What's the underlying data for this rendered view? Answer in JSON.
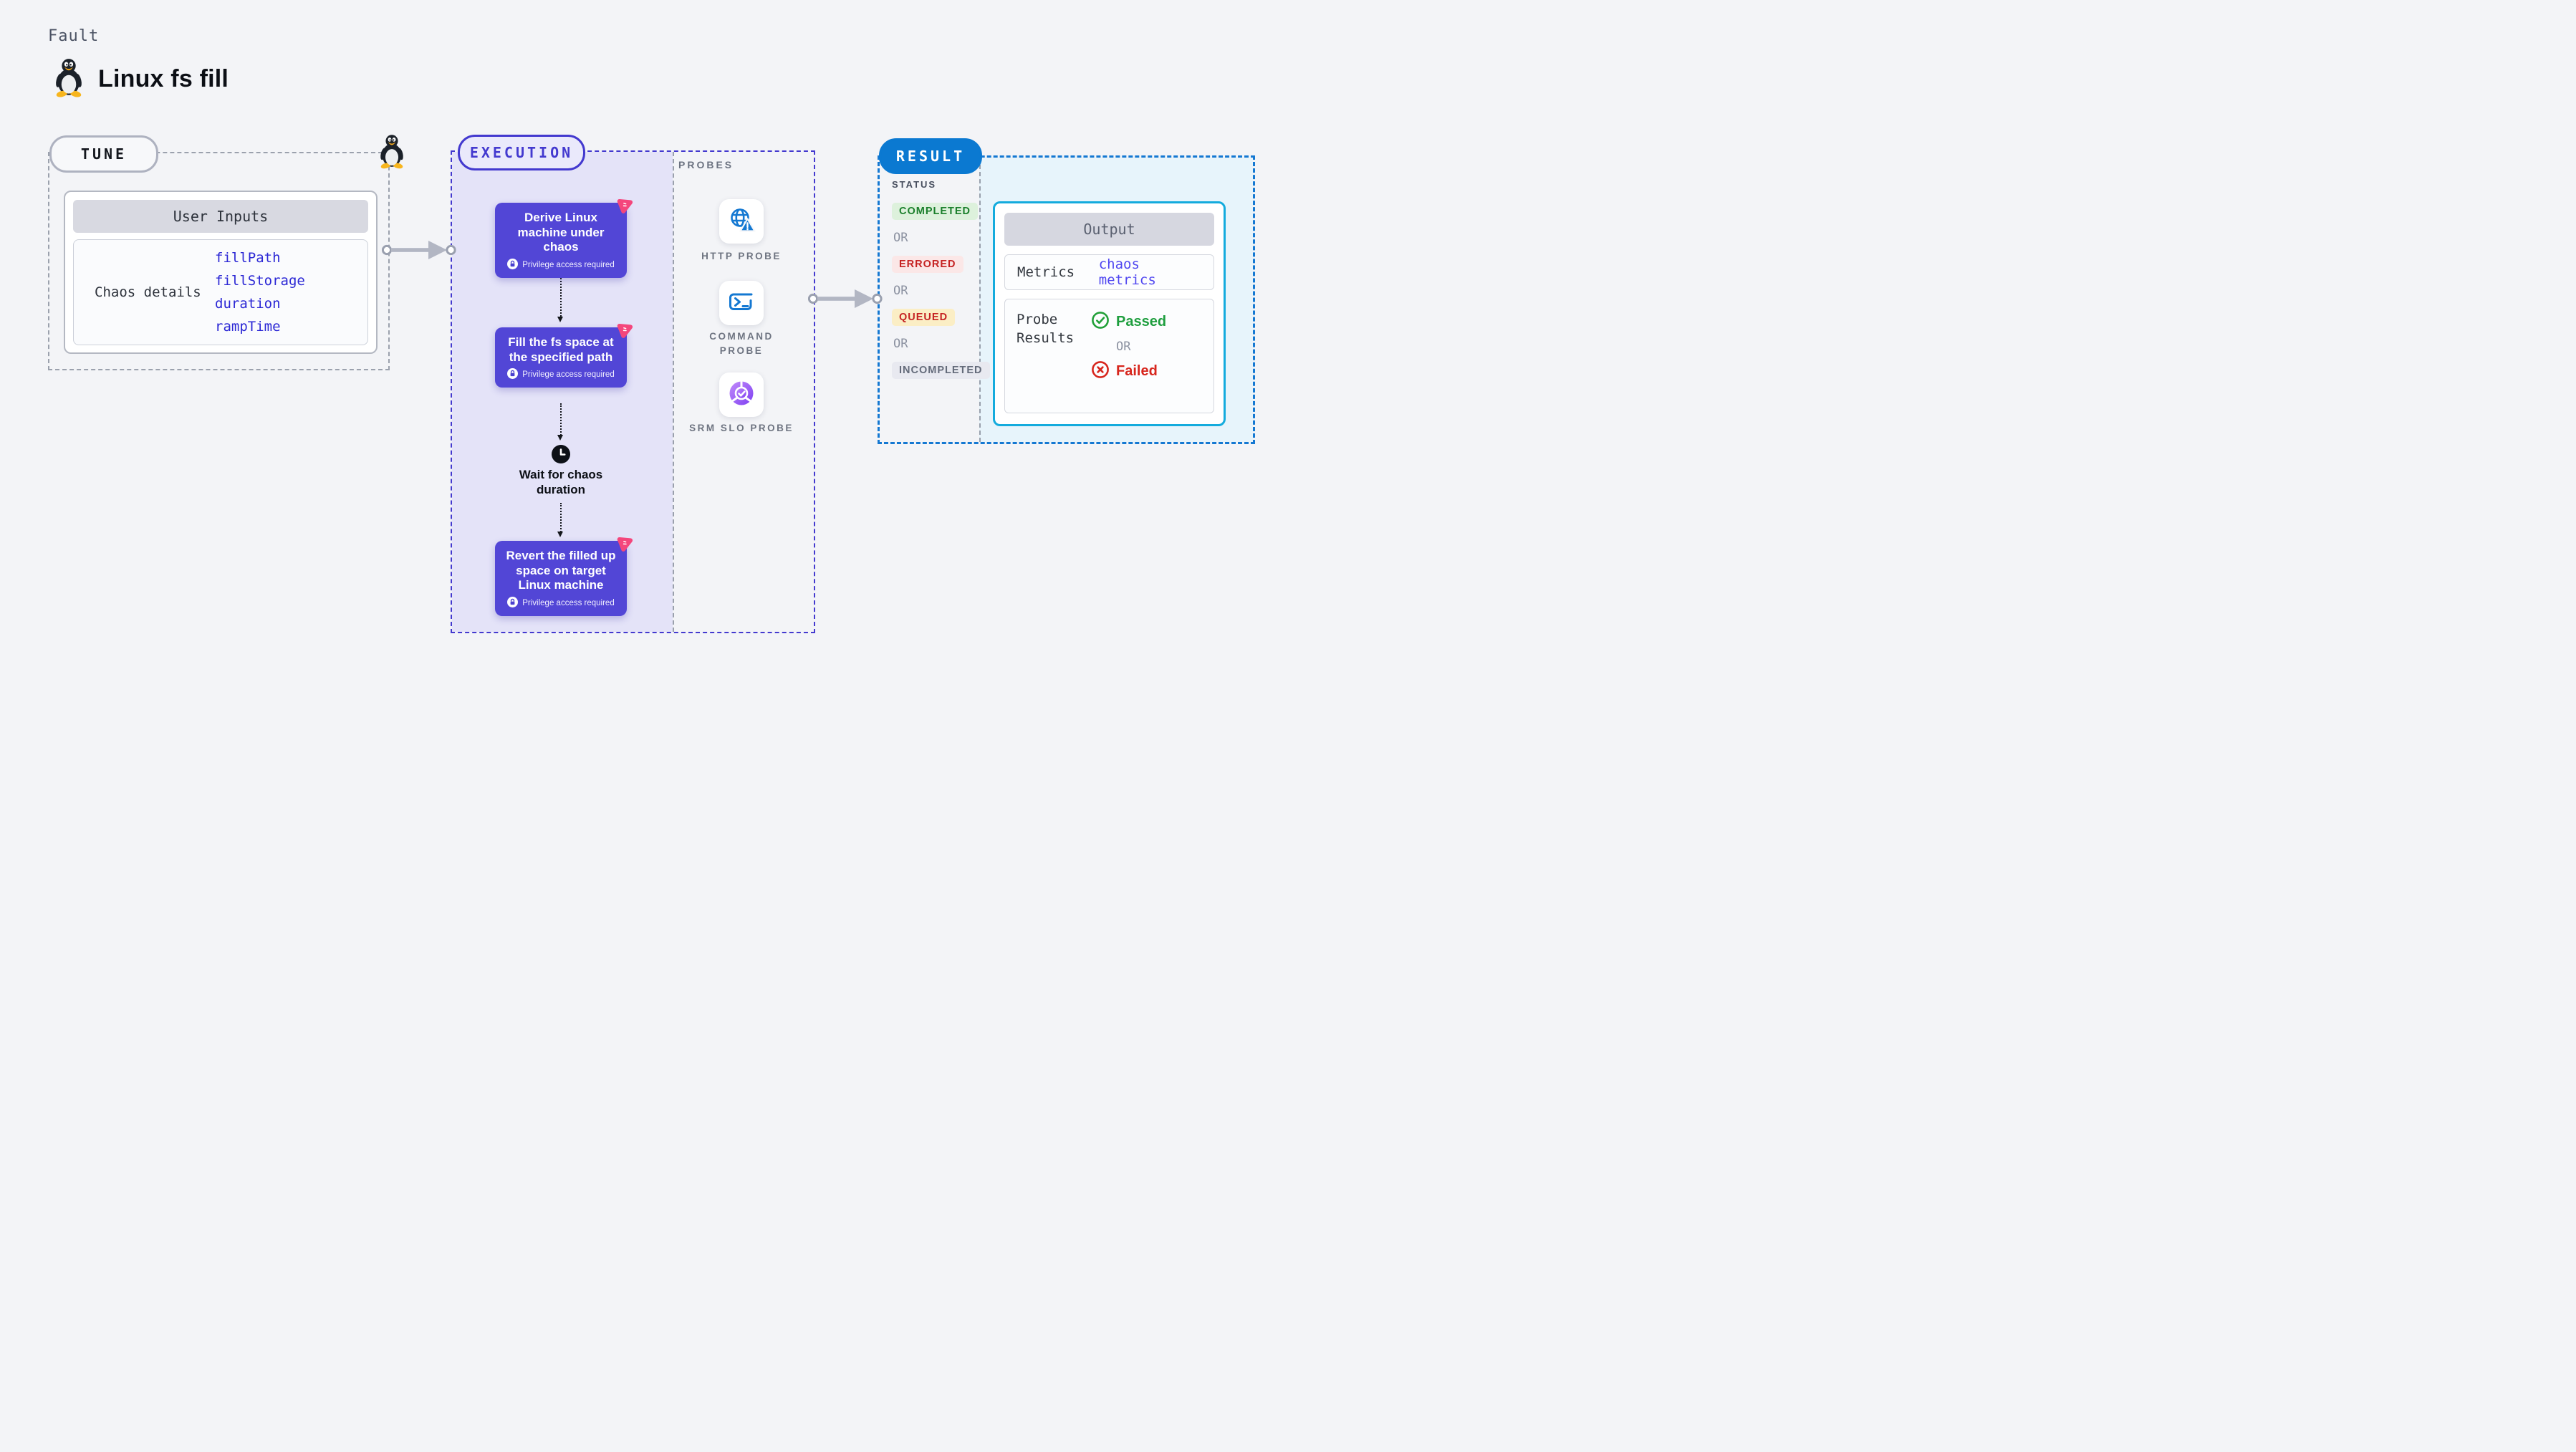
{
  "header": {
    "kicker": "Fault",
    "title": "Linux fs fill"
  },
  "tune": {
    "badge": "TUNE",
    "user_inputs": {
      "header": "User Inputs",
      "row_label": "Chaos details",
      "values": [
        "fillPath",
        "fillStorage",
        "duration",
        "rampTime"
      ]
    }
  },
  "execution": {
    "badge": "EXECUTION",
    "steps": [
      {
        "title": "Derive Linux machine under chaos",
        "note": "Privilege access required"
      },
      {
        "title": "Fill the fs space at the specified path",
        "note": "Privilege access required"
      },
      {
        "title": "Revert the filled up space on target Linux machine",
        "note": "Privilege access required"
      }
    ],
    "wait_label": "Wait for chaos duration"
  },
  "probes": {
    "heading": "PROBES",
    "items": [
      {
        "label": "HTTP PROBE",
        "icon": "globe-alert-icon"
      },
      {
        "label": "COMMAND PROBE",
        "icon": "terminal-icon"
      },
      {
        "label": "SRM SLO PROBE",
        "icon": "slo-gauge-icon"
      }
    ]
  },
  "result": {
    "badge": "RESULT",
    "status_heading": "STATUS",
    "or_label": "OR",
    "statuses": [
      {
        "label": "COMPLETED",
        "color": "#1a7f2b",
        "bg": "#ddf1dc"
      },
      {
        "label": "ERRORED",
        "color": "#c52222",
        "bg": "#fbe7e7"
      },
      {
        "label": "QUEUED",
        "color": "#c52222",
        "bg": "#fbeec5"
      },
      {
        "label": "INCOMPLETED",
        "color": "#646b7a",
        "bg": "#e8e9f0"
      }
    ],
    "output": {
      "header": "Output",
      "metrics_label": "Metrics",
      "metrics_value": "chaos metrics",
      "probe_results_label": "Probe Results",
      "passed_label": "Passed",
      "or_label": "OR",
      "failed_label": "Failed"
    }
  },
  "colors": {
    "step_card_indigo": "#5246d6",
    "execution_border": "#4339cf",
    "execution_fill": "#e4e3f8",
    "result_blue": "#0b79d1",
    "result_fill": "#e7f4fb",
    "output_border": "#14abdd",
    "link_blue": "#2b27d5",
    "metrics_link": "#4f46f0",
    "chaos_badge_pink": "#f4467c",
    "passed_green": "#1e9e3e",
    "failed_red": "#d7261d"
  }
}
